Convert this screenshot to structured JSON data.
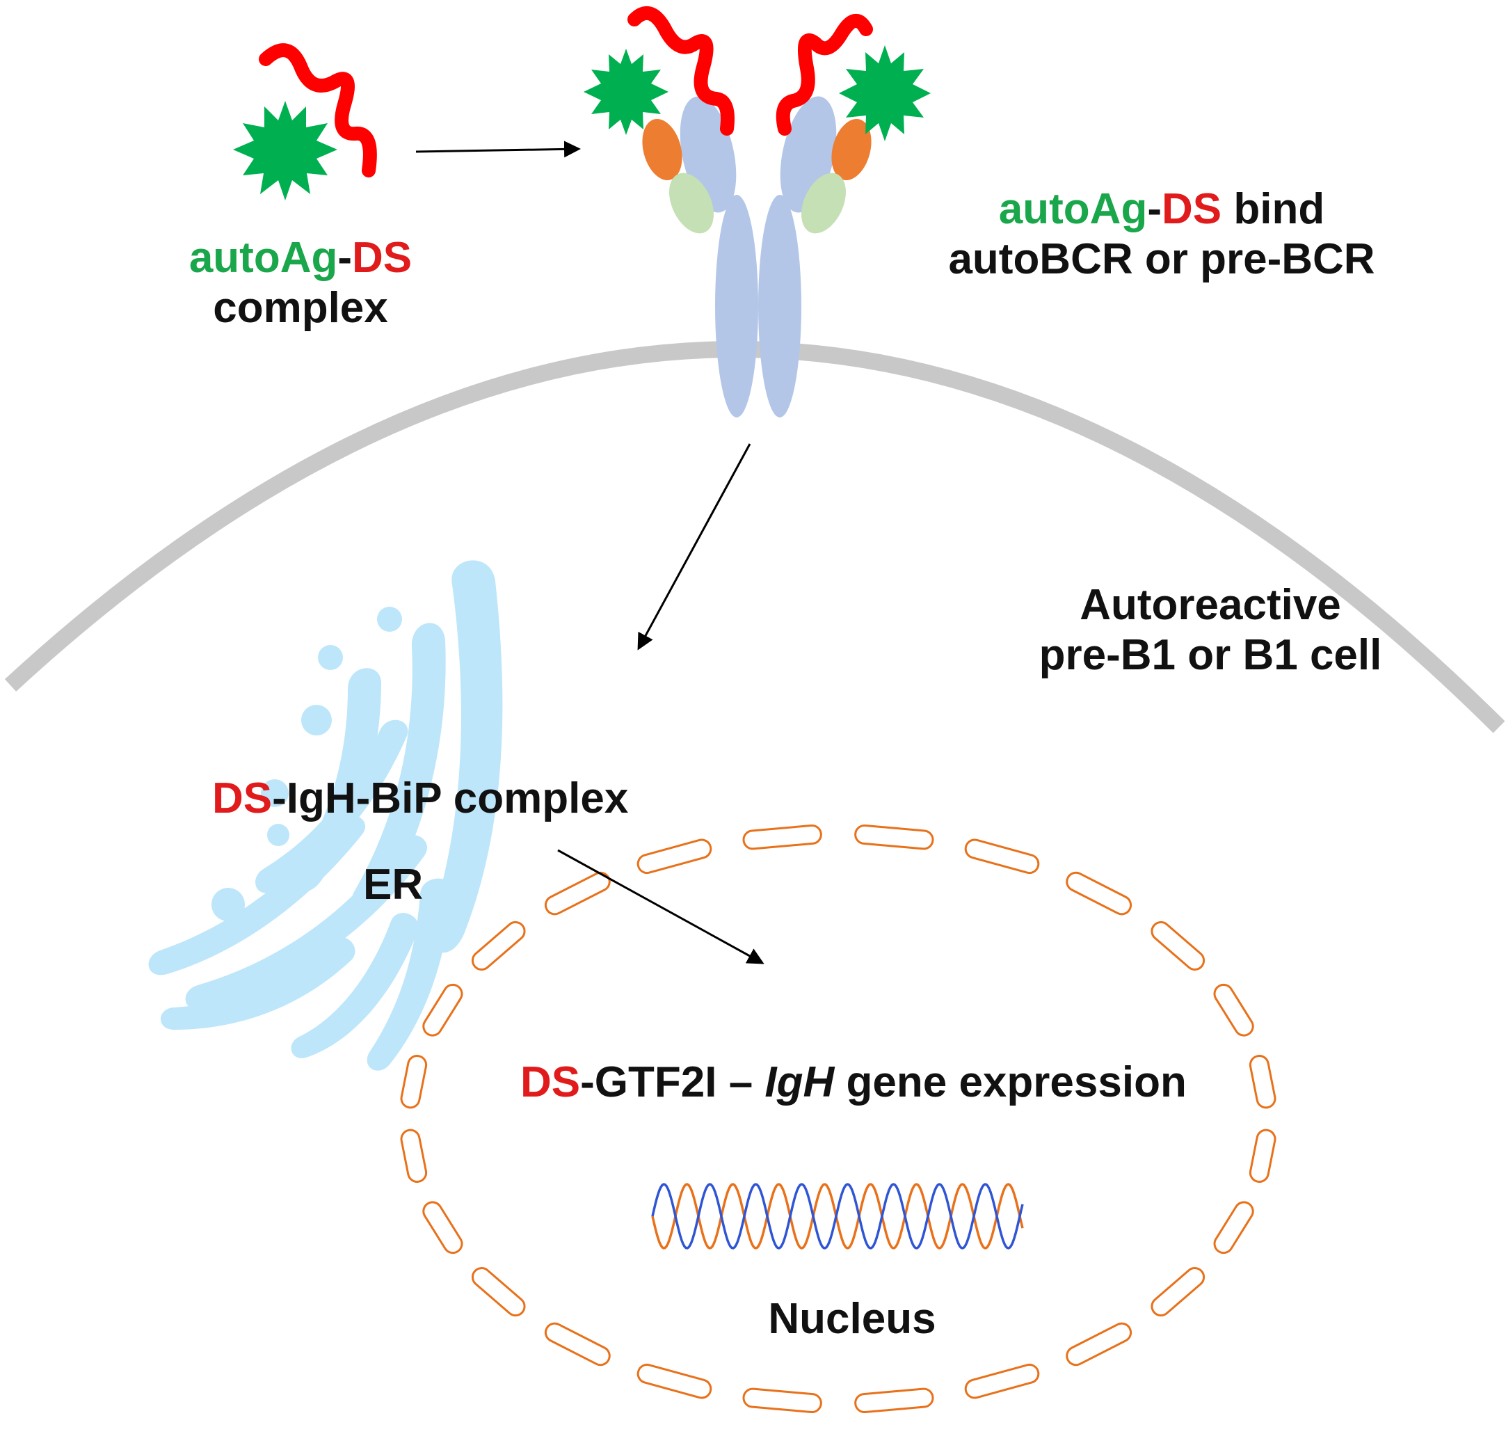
{
  "colors": {
    "antigen": "#00b050",
    "dna_strand": "#ff0000",
    "receptor": "#b3c6e7",
    "variable_orange": "#ed7d31",
    "variable_green": "#c5e0b4",
    "membrane": "#c8c8c8",
    "er": "#bde6fa",
    "nuclear_envelope": "#e8711a",
    "dna_blue": "#2f55d4",
    "dna_orange": "#e8711a",
    "label_green": "#1aa64a",
    "label_red": "#e11b1b"
  },
  "labels": {
    "complex": {
      "part1": "autoAg",
      "dash": "-",
      "part2": "DS",
      "line2": "complex"
    },
    "bind": {
      "part1": "autoAg",
      "dash": "-",
      "part2": "DS",
      "rest": " bind",
      "line2": "autoBCR or pre-BCR"
    },
    "cell": {
      "line1": "Autoreactive",
      "line2": "pre-B1 or B1 cell"
    },
    "bip": {
      "ds": "DS",
      "rest": "-IgH-BiP complex"
    },
    "er": "ER",
    "gtf": {
      "ds": "DS",
      "mid": "-GTF2I – ",
      "ital": "IgH",
      "rest": " gene expression"
    },
    "nucleus": "Nucleus"
  }
}
